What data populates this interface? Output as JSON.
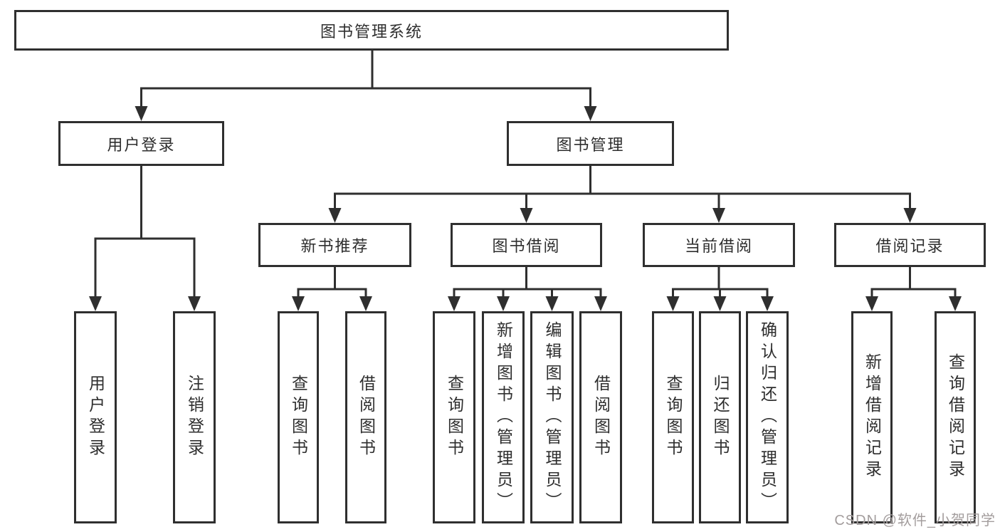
{
  "tree": {
    "label": "图书管理系统",
    "children": [
      {
        "label": "用户登录",
        "children": [
          {
            "label": "用户登录"
          },
          {
            "label": "注销登录"
          }
        ]
      },
      {
        "label": "图书管理",
        "children": [
          {
            "label": "新书推荐",
            "children": [
              {
                "label": "查询图书"
              },
              {
                "label": "借阅图书"
              }
            ]
          },
          {
            "label": "图书借阅",
            "children": [
              {
                "label": "查询图书"
              },
              {
                "label": "新增图书（管理员）"
              },
              {
                "label": "编辑图书（管理员）"
              },
              {
                "label": "借阅图书"
              }
            ]
          },
          {
            "label": "当前借阅",
            "children": [
              {
                "label": "查询图书"
              },
              {
                "label": "归还图书"
              },
              {
                "label": "确认归还（管理员）"
              }
            ]
          },
          {
            "label": "借阅记录",
            "children": [
              {
                "label": "新增借阅记录"
              },
              {
                "label": "查询借阅记录"
              }
            ]
          }
        ]
      }
    ]
  },
  "watermark": "CSDN @软件_小贺同学",
  "colors": {
    "line": "#2f2f2f",
    "box_border": "#2f2f2f",
    "box_fill": "#ffffff",
    "text": "#2e2e2e",
    "watermark_text": "#a39d9d",
    "background": "#ffffff"
  }
}
